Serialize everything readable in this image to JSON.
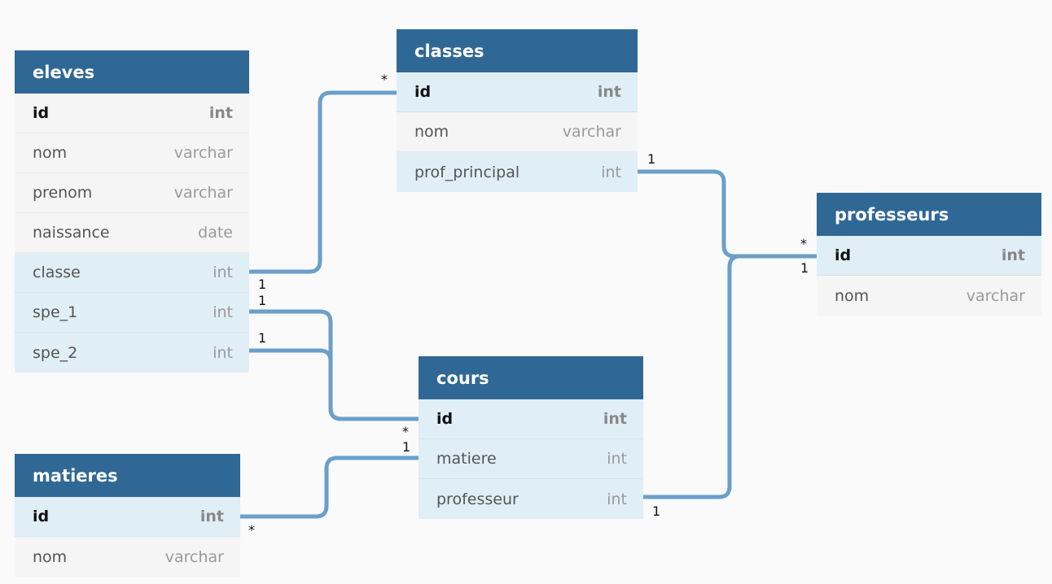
{
  "tables": {
    "eleves": {
      "name": "eleves",
      "fields": [
        {
          "name": "id",
          "type": "int"
        },
        {
          "name": "nom",
          "type": "varchar"
        },
        {
          "name": "prenom",
          "type": "varchar"
        },
        {
          "name": "naissance",
          "type": "date"
        },
        {
          "name": "classe",
          "type": "int"
        },
        {
          "name": "spe_1",
          "type": "int"
        },
        {
          "name": "spe_2",
          "type": "int"
        }
      ]
    },
    "classes": {
      "name": "classes",
      "fields": [
        {
          "name": "id",
          "type": "int"
        },
        {
          "name": "nom",
          "type": "varchar"
        },
        {
          "name": "prof_principal",
          "type": "int"
        }
      ]
    },
    "professeurs": {
      "name": "professeurs",
      "fields": [
        {
          "name": "id",
          "type": "int"
        },
        {
          "name": "nom",
          "type": "varchar"
        }
      ]
    },
    "cours": {
      "name": "cours",
      "fields": [
        {
          "name": "id",
          "type": "int"
        },
        {
          "name": "matiere",
          "type": "int"
        },
        {
          "name": "professeur",
          "type": "int"
        }
      ]
    },
    "matieres": {
      "name": "matieres",
      "fields": [
        {
          "name": "id",
          "type": "int"
        },
        {
          "name": "nom",
          "type": "varchar"
        }
      ]
    }
  },
  "relations": [
    {
      "from": "eleves.classe",
      "to": "classes.id",
      "from_card": "1",
      "to_card": "*"
    },
    {
      "from": "eleves.spe_1",
      "to": "cours.id",
      "from_card": "1",
      "to_card": "*"
    },
    {
      "from": "eleves.spe_2",
      "to": "cours.id",
      "from_card": "1",
      "to_card": "*"
    },
    {
      "from": "classes.prof_principal",
      "to": "professeurs.id",
      "from_card": "1",
      "to_card": "*"
    },
    {
      "from": "cours.professeur",
      "to": "professeurs.id",
      "from_card": "1",
      "to_card": "1"
    },
    {
      "from": "matieres.id",
      "to": "cours.matiere",
      "from_card": "*",
      "to_card": "1"
    }
  ],
  "colors": {
    "header": "#306895",
    "link_row": "#e0eef6",
    "connector": "#6a9fcb"
  }
}
